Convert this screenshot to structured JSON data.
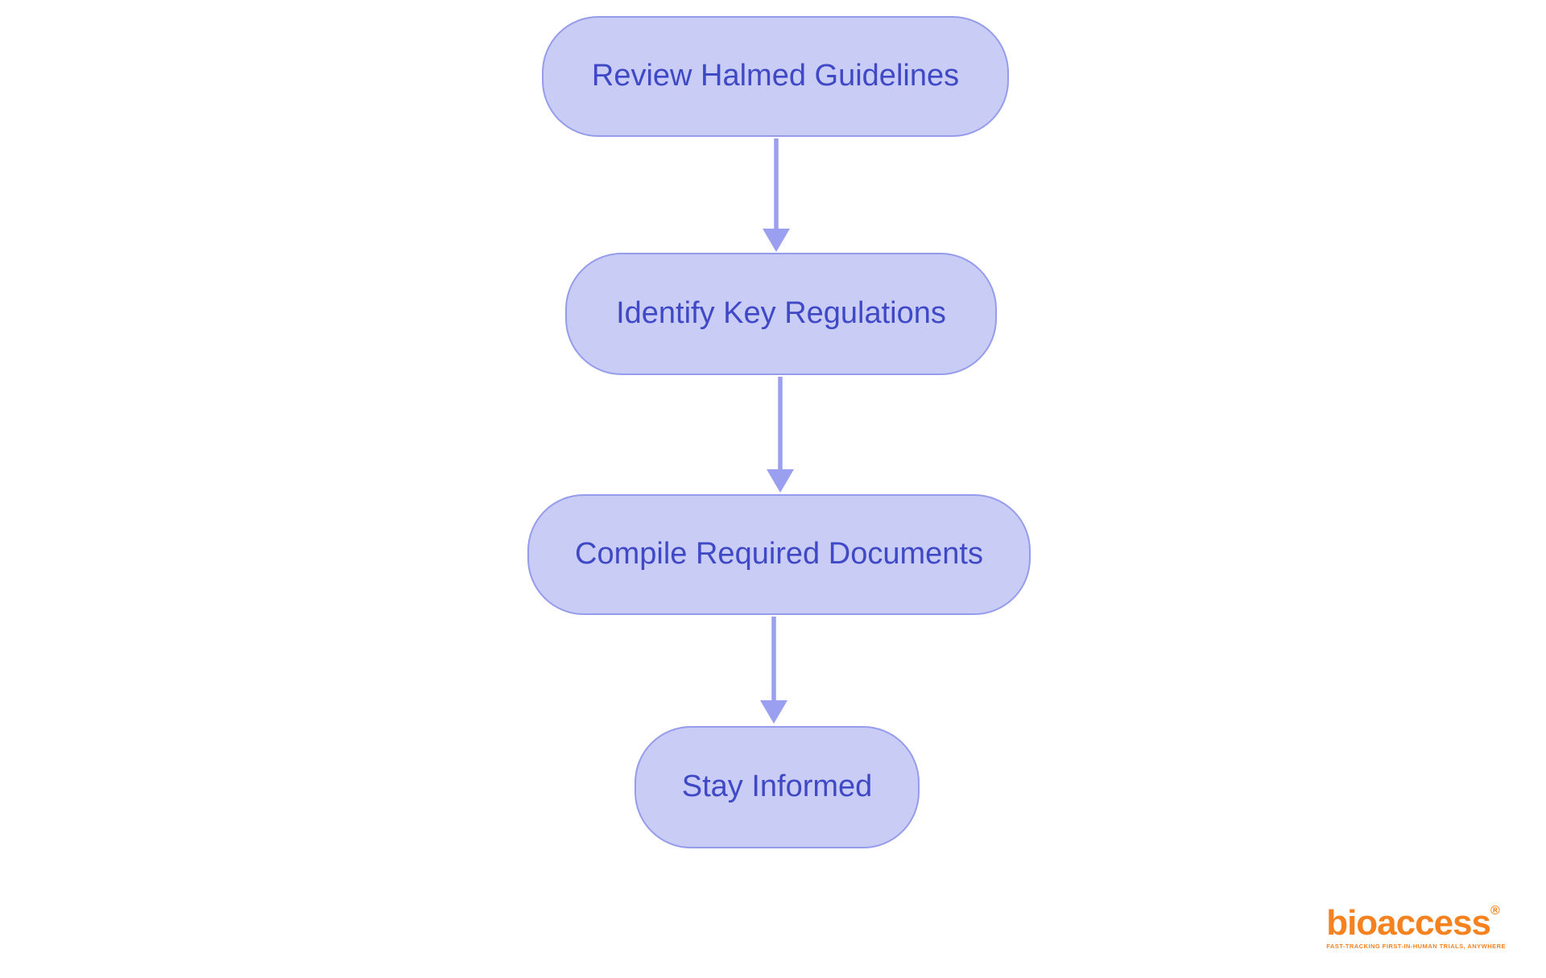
{
  "page": {
    "background_color": "#ffffff"
  },
  "flowchart": {
    "type": "flowchart",
    "direction": "top-down",
    "nodes": [
      {
        "id": "step-1",
        "label": "Review Halmed Guidelines"
      },
      {
        "id": "step-2",
        "label": "Identify Key Regulations"
      },
      {
        "id": "step-3",
        "label": "Compile Required Documents"
      },
      {
        "id": "step-4",
        "label": "Stay Informed"
      }
    ],
    "connections": [
      {
        "from": "step-1",
        "to": "step-2"
      },
      {
        "from": "step-2",
        "to": "step-3"
      },
      {
        "from": "step-3",
        "to": "step-4"
      }
    ],
    "colors": {
      "node_fill": "#c9ccf5",
      "node_border": "#959ceb",
      "node_text": "#3f49c6",
      "arrow": "#9aa0ef"
    }
  },
  "branding": {
    "logo_text": "bioaccess",
    "registered_mark": "®",
    "tagline": "FAST-TRACKING FIRST-IN-HUMAN TRIALS, ANYWHERE",
    "logo_color": "#f5821f"
  }
}
